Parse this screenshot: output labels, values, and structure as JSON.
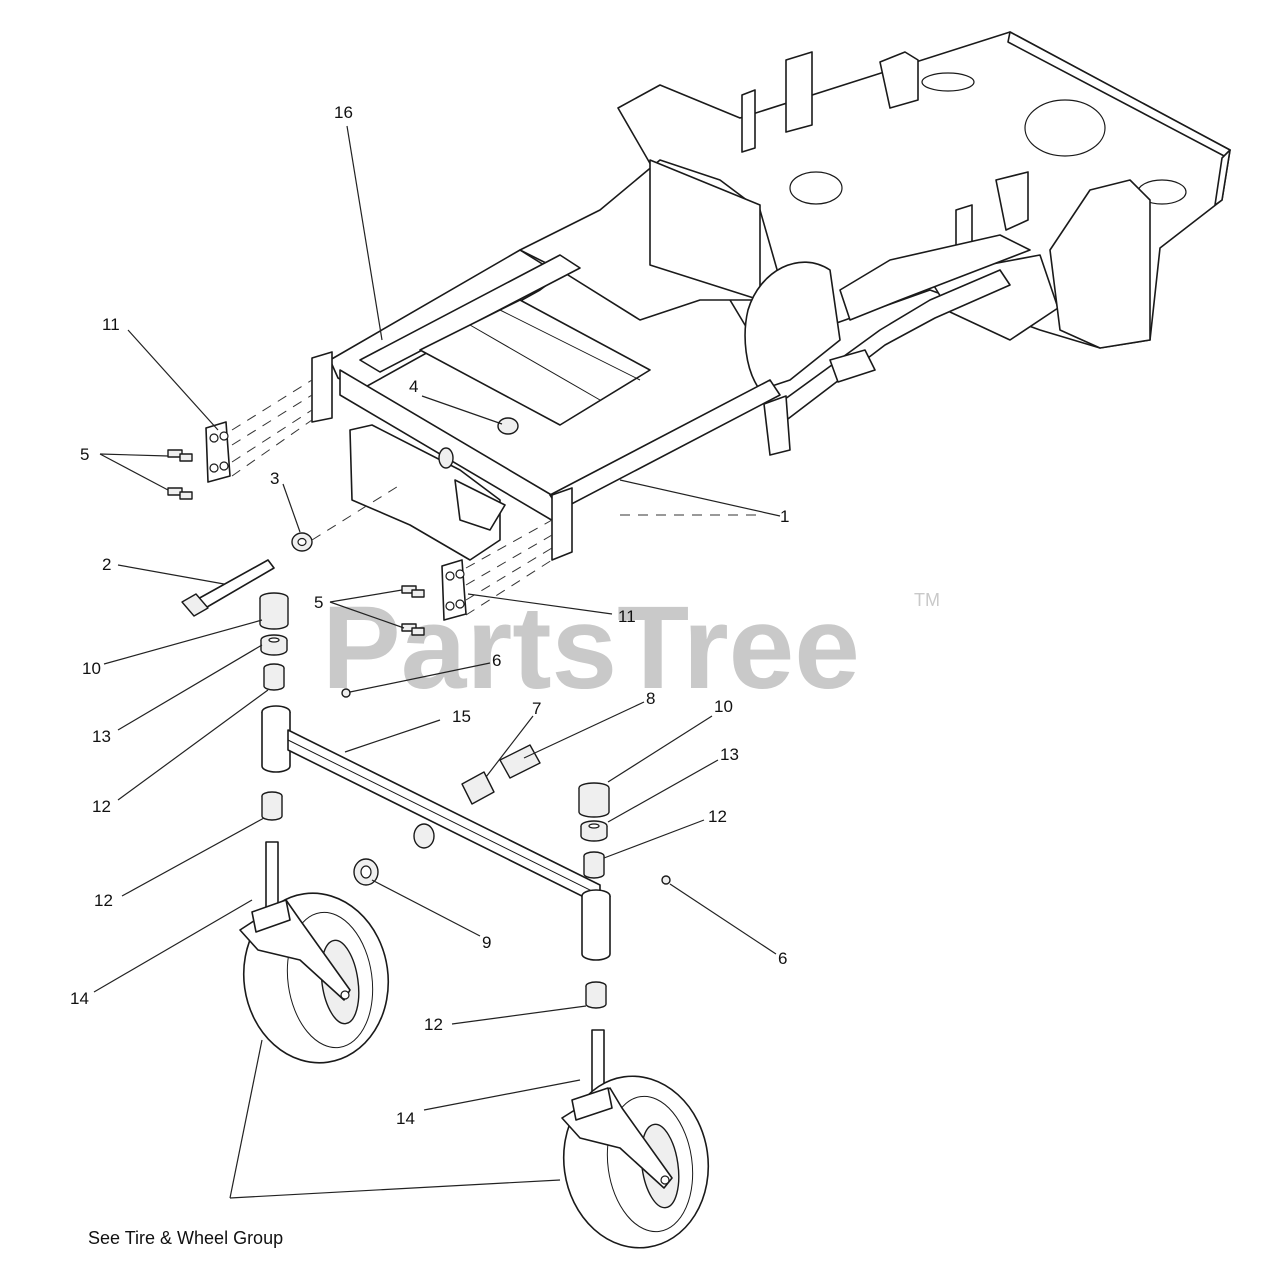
{
  "watermark": {
    "text": "PartsTree",
    "trademark": "TM"
  },
  "caption": "See Tire & Wheel Group",
  "callouts": {
    "c16": "16",
    "c11a": "11",
    "c5a": "5",
    "c4": "4",
    "c3": "3",
    "c2": "2",
    "c1": "1",
    "c5b": "5",
    "c11b": "11",
    "c10a": "10",
    "c6a": "6",
    "c13a": "13",
    "c15": "15",
    "c7": "7",
    "c8": "8",
    "c10b": "10",
    "c12a": "12",
    "c13b": "13",
    "c12b": "12",
    "c12c": "12",
    "c9": "9",
    "c6b": "6",
    "c14a": "14",
    "c12d": "12",
    "c14b": "14"
  }
}
